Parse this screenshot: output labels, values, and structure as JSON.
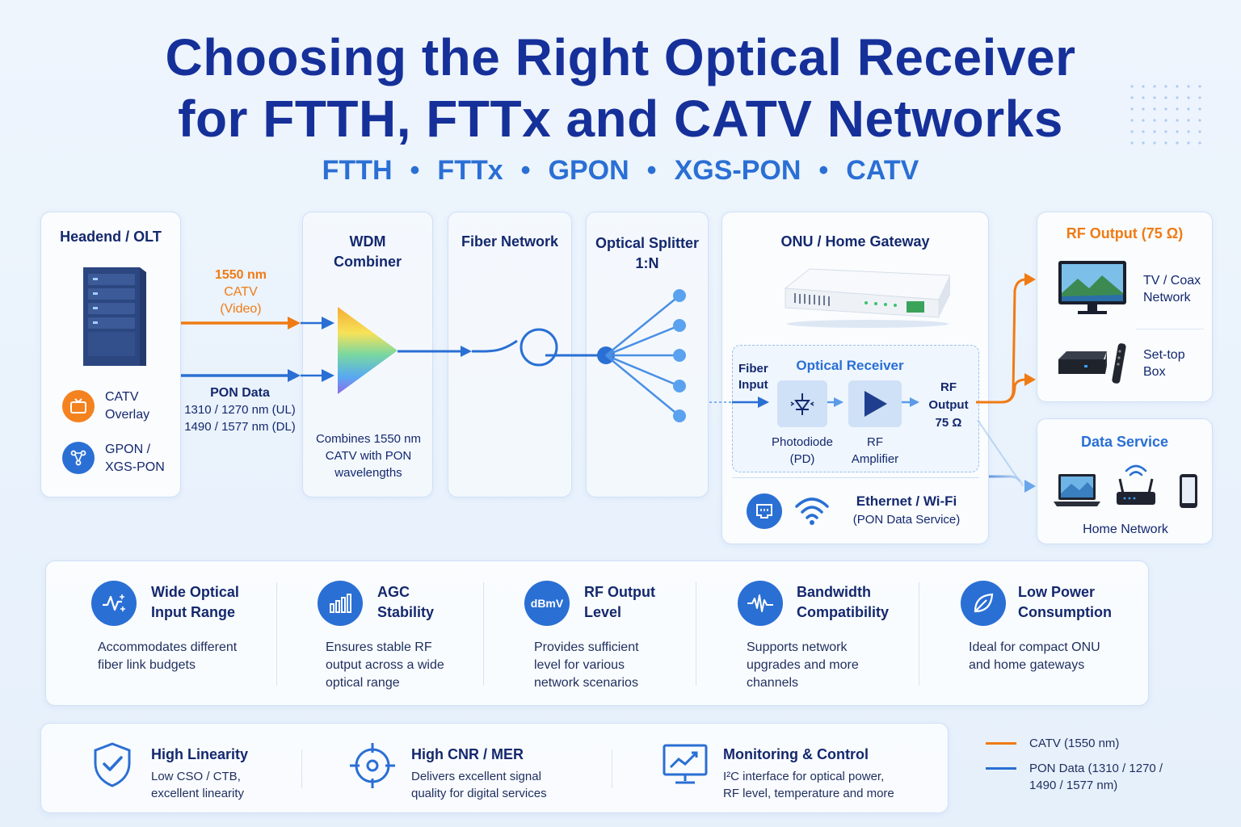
{
  "title": {
    "line1": "Choosing the Right Optical Receiver",
    "line2": "for FTTH, FTTx and CATV Networks"
  },
  "tags": [
    "FTTH",
    "FTTx",
    "GPON",
    "XGS-PON",
    "CATV"
  ],
  "headend": {
    "title": "Headend / OLT",
    "catv_overlay": [
      "CATV",
      "Overlay"
    ],
    "gpon": [
      "GPON /",
      "XGS-PON"
    ]
  },
  "signals": {
    "catv": [
      "1550 nm",
      "CATV",
      "(Video)"
    ],
    "pon_title": "PON Data",
    "pon_lines": [
      "1310 / 1270 nm (UL)",
      "1490 / 1577 nm (DL)"
    ]
  },
  "wdm": {
    "title": [
      "WDM",
      "Combiner"
    ],
    "desc": [
      "Combines 1550 nm",
      "CATV with PON",
      "wavelengths"
    ]
  },
  "fiber": {
    "title": "Fiber Network"
  },
  "splitter": {
    "title": [
      "Optical Splitter",
      "1:N"
    ]
  },
  "onu": {
    "title": "ONU / Home Gateway",
    "receiver_title": "Optical Receiver",
    "fiber_input": [
      "Fiber",
      "Input"
    ],
    "photodiode": [
      "Photodiode",
      "(PD)"
    ],
    "amplifier": [
      "RF",
      "Amplifier"
    ],
    "rf_output": [
      "RF",
      "Output",
      "75 Ω"
    ],
    "ethernet_title": "Ethernet / Wi-Fi",
    "ethernet_sub": "(PON Data Service)"
  },
  "rf_output": {
    "title": "RF Output (75 Ω)",
    "tv": [
      "TV / Coax",
      "Network"
    ],
    "stb": [
      "Set-top",
      "Box"
    ]
  },
  "data_service": {
    "title": "Data Service",
    "home": "Home Network"
  },
  "features": [
    {
      "icon": "wave-sparkle-icon",
      "title": [
        "Wide Optical",
        "Input Range"
      ],
      "desc": [
        "Accommodates different",
        "fiber link budgets"
      ]
    },
    {
      "icon": "bar-chart-icon",
      "title": [
        "AGC",
        "Stability"
      ],
      "desc": [
        "Ensures stable RF",
        "output across a wide",
        "optical range"
      ]
    },
    {
      "icon": "dbmv-icon",
      "icon_text": "dBmV",
      "title": [
        "RF Output",
        "Level"
      ],
      "desc": [
        "Provides sufficient",
        "level for various",
        "network scenarios"
      ]
    },
    {
      "icon": "waveform-icon",
      "title": [
        "Bandwidth",
        "Compatibility"
      ],
      "desc": [
        "Supports network",
        "upgrades and more",
        "channels"
      ]
    },
    {
      "icon": "leaf-icon",
      "title": [
        "Low Power",
        "Consumption"
      ],
      "desc": [
        "Ideal for compact ONU",
        "and home gateways"
      ]
    }
  ],
  "bottom_features": [
    {
      "icon": "shield-check-icon",
      "title": "High Linearity",
      "desc": [
        "Low CSO / CTB,",
        "excellent linearity"
      ]
    },
    {
      "icon": "target-icon",
      "title": "High CNR / MER",
      "desc": [
        "Delivers excellent signal",
        "quality for digital services"
      ]
    },
    {
      "icon": "monitor-chart-icon",
      "title": "Monitoring & Control",
      "desc": [
        "I²C interface for optical power,",
        "RF level, temperature and more"
      ]
    }
  ],
  "legend": [
    {
      "color": "#f07b14",
      "label": [
        "CATV (1550 nm)"
      ]
    },
    {
      "color": "#2a6fd4",
      "label": [
        "PON Data (1310 / 1270 /",
        "1490 / 1577 nm)"
      ]
    }
  ],
  "colors": {
    "catv": "#f07b14",
    "pon": "#2a6fd4",
    "title": "#16309a"
  }
}
